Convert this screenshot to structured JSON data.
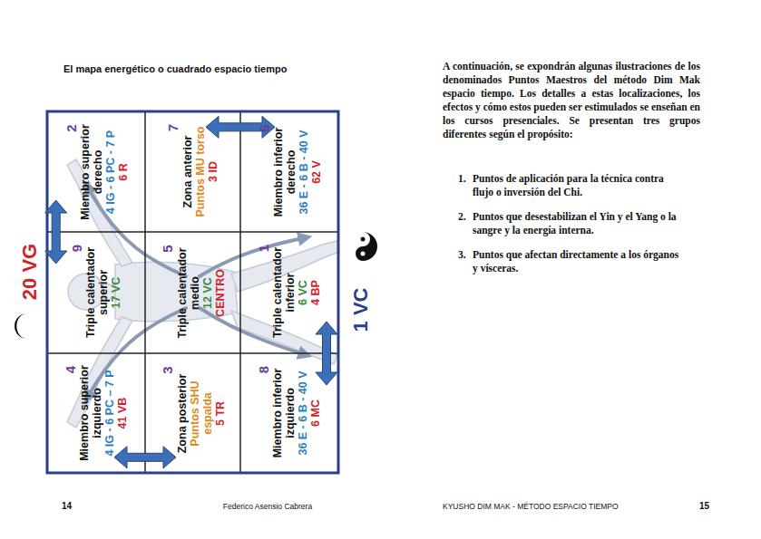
{
  "diagram": {
    "title": "El mapa energético o cuadrado espacio tiempo",
    "nodes": [
      {
        "text": [
          "2",
          "Miembro superior derecho",
          "4 IG - 6 PC - 7 P",
          "6 R"
        ]
      },
      {
        "text": [
          "7",
          "Zona anterior",
          "Puntos MU torso",
          "3 ID"
        ]
      },
      {
        "text": [
          "6",
          "Miembro inferior derecho",
          "36 E - 6 B - 40 V",
          "62 V"
        ]
      },
      {
        "text": [
          "9",
          "Triple calentador superior",
          "17 VC"
        ]
      },
      {
        "text": [
          "5",
          "Triple calentador medio",
          "12 VC",
          "CENTRO"
        ]
      },
      {
        "text": [
          "1",
          "Triple calentador inferior",
          "6 VC",
          "4 BP"
        ]
      },
      {
        "text": [
          "4",
          "Miembro superior izquierdo",
          "4 IG - 6 PC – 7 P",
          "41 VB"
        ]
      },
      {
        "text": [
          "3",
          "Zona posterior",
          "Puntos SHU espalda",
          "5 TR"
        ]
      },
      {
        "text": [
          "8",
          "Miembro inferior izquierdo",
          "36 E - 6 B - 40 V",
          "6 MC"
        ]
      }
    ],
    "edges": [
      {
        "from": 0,
        "to": 3,
        "arrow": "both"
      },
      {
        "from": 1,
        "to": 2,
        "arrow": "both"
      },
      {
        "from": 5,
        "to": 8,
        "arrow": "both"
      },
      {
        "from": 6,
        "to": 7,
        "arrow": "both"
      }
    ],
    "labels": [
      "20 VG",
      "1 VC",
      "A continuación, se expondrán algunas ilustraciones de los denominados Puntos Maestros del método Dim Mak espacio tiempo. Los detalles a estas localizaciones, los efectos y cómo estos pueden ser estimulados se enseñan en los cursos presenciales. Se presentan tres grupos diferentes según el propósito:",
      "1.",
      "Puntos de aplicación para la técnica contra flujo o inversión del Chi.",
      "2.",
      "Puntos que desestabilizan el Yin y el Yang o la sangre y la energía interna.",
      "3.",
      "Puntos que afectan directamente a los órganos y vísceras.",
      "14",
      "Federico Asensio Cabrera",
      "KYUSHO DIM MAK - MÉTODO ESPACIO TIEMPO",
      "15"
    ]
  }
}
